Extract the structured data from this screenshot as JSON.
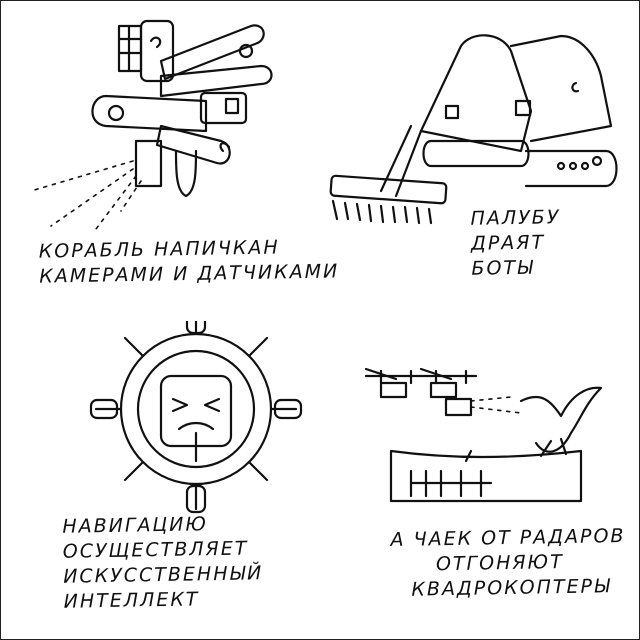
{
  "panels": [
    {
      "id": "cameras",
      "caption": [
        "КОРАБЛЬ НАПИЧКАН",
        "КАМЕРАМИ И ДАТЧИКАМИ"
      ]
    },
    {
      "id": "deck-bots",
      "caption": [
        "ПАЛУБУ",
        "ДРАЯТ",
        "БОТЫ"
      ]
    },
    {
      "id": "ai-navigation",
      "caption": [
        "НАВИГАЦИЮ",
        "ОСУЩЕСТВЛЯЕТ",
        "ИСКУССТВЕННЫЙ",
        "ИНТЕЛЛЕКТ"
      ]
    },
    {
      "id": "drones",
      "caption": [
        "А ЧАЕК ОТ РАДАРОВ",
        "ОТГОНЯЮТ",
        "КВАДРОКОПТЕРЫ"
      ]
    }
  ]
}
